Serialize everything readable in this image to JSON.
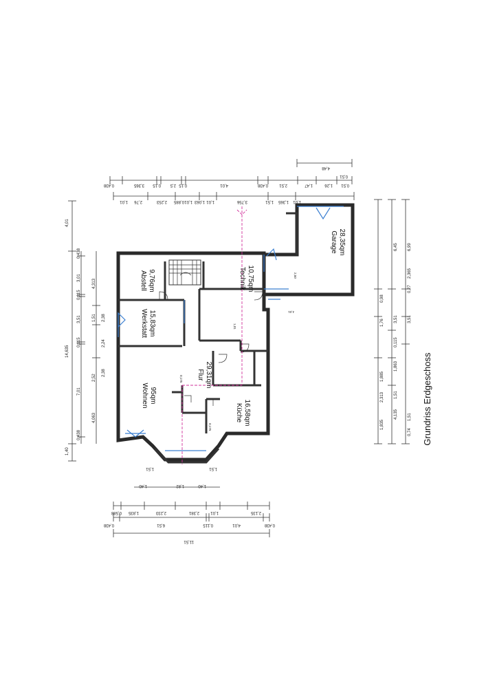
{
  "title": "Grundriss Erdgeschoss",
  "colors": {
    "wall": "#2a2a2a",
    "window": "#3b7fd1",
    "grid": "#d0309a"
  },
  "rooms": [
    {
      "name": "Abstell",
      "area": "9,76qm"
    },
    {
      "name": "Werkstatt",
      "area": "15,83qm"
    },
    {
      "name": "Wohnen",
      "area": "95qm"
    },
    {
      "name": "Flur",
      "area": "29,31qm"
    },
    {
      "name": "Technik",
      "area": "10,75qm"
    },
    {
      "name": "Küche",
      "area": "16,58qm"
    },
    {
      "name": "Garage",
      "area": "28,35qm"
    }
  ],
  "dims": {
    "top_outer": [
      "0,438",
      "3,365",
      "0,15",
      "2,5",
      "0,15",
      "4,01",
      "0,438",
      "2,51",
      "1,47",
      "1,26",
      "0,51"
    ],
    "top_inner": [
      "1,01",
      "2,76",
      "2,253",
      "0,885",
      "1,01",
      "1,063",
      "1,01",
      "3,756",
      "1,51",
      "1,365",
      "1,01"
    ],
    "top_garage": [
      "4,48",
      "0,51"
    ],
    "left_outer": [
      "4,01",
      "14,635",
      "1,40"
    ],
    "left_inner": [
      "0,438",
      "3,01",
      "0,115",
      "3,51",
      "0,115",
      "7,01",
      "0,438"
    ],
    "left_detail": [
      "4,313",
      "1,51",
      "2,52",
      "4,063"
    ],
    "left_small": [
      "2,38",
      "2,24",
      "2,38"
    ],
    "bottom_outer": [
      "11,51"
    ],
    "bottom_mid": [
      "0,438",
      "6,51",
      "0,115",
      "4,01",
      "0,438"
    ],
    "bottom_detail": [
      "0,588",
      "1,835",
      "2,233",
      "2,381",
      "1,01",
      "2,135"
    ],
    "bay": [
      "1,40",
      "1,82",
      "1,40",
      "1,51",
      "1,51"
    ],
    "right_outer": [
      "0,74",
      "1,51",
      "3,51",
      "0,27",
      "6,45",
      "6,99"
    ],
    "right_inner": [
      "1,835",
      "2,313",
      "1,885",
      "1,76",
      "0,98",
      "2,365"
    ],
    "right_small": [
      "4,135",
      "1,51",
      "1,863",
      "3,51",
      "0,115"
    ],
    "interior": [
      "2,50",
      "4,01",
      "0,175",
      "0,175",
      "1,01"
    ]
  }
}
